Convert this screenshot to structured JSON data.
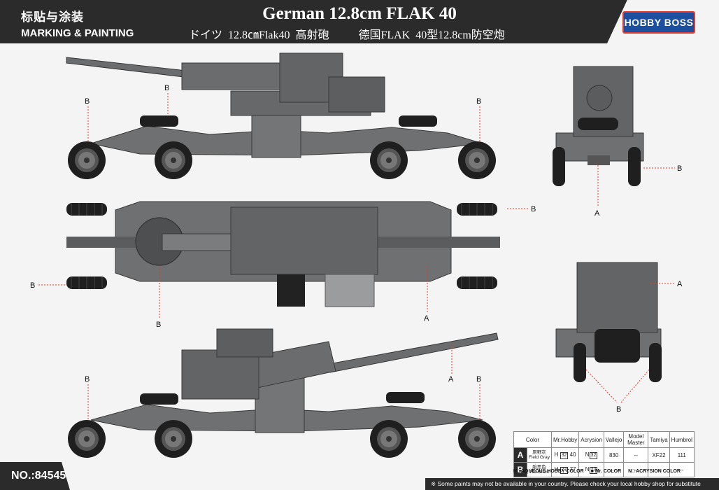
{
  "header": {
    "title_cn": "标贴与涂装",
    "title_en": "MARKING & PAINTING",
    "title": "German 12.8cm FLAK 40",
    "subtitle_jp": "ドイツ 12.8㎝Flak40 高射砲",
    "subtitle_cn": "德国FLAK 40型12.8cm防空炮",
    "brand": "HOBBY BOSS"
  },
  "product_no": "NO.:84545",
  "labels": {
    "a": "A",
    "b": "B"
  },
  "colors": {
    "field_gray": "#6e7072",
    "tire_black": "#1f1f1f",
    "header": "#2b2b2b",
    "accent": "#e23b2e",
    "brand_blue": "#1d4fa0"
  },
  "color_table": {
    "headers": [
      "Color",
      "Mr.Hobby",
      "Acrysion",
      "Vallejo",
      "Model Master",
      "Tamiya",
      "Humbrol"
    ],
    "rows": [
      {
        "key": "A",
        "name_cn": "原野灰",
        "name_en": "Field Gray",
        "mrhobby_h": "H",
        "mrhobby_c": "40",
        "mrhobby_box": "32",
        "acrysion": "N",
        "acrysion_box": "32",
        "vallejo": "830",
        "model_master": "--",
        "tamiya": "XF22",
        "humbrol": "111"
      },
      {
        "key": "B",
        "name_cn": "胎黑色",
        "name_en": "Tire Black",
        "mrhobby_h": "H",
        "mrhobby_c": "77",
        "mrhobby_box": "77",
        "acrysion": "N",
        "acrysion_box": "77",
        "vallejo": "--",
        "model_master": "--",
        "tamiya": "--",
        "humbrol": "--"
      }
    ],
    "legend": [
      "H□ AQUEOUS HOBBY COLOR",
      "■ Mr. COLOR",
      "N□ ACRYSION COLOR"
    ]
  },
  "disclaimer": "※ Some paints may not be available in your country. Please check your local hobby shop for substitute"
}
